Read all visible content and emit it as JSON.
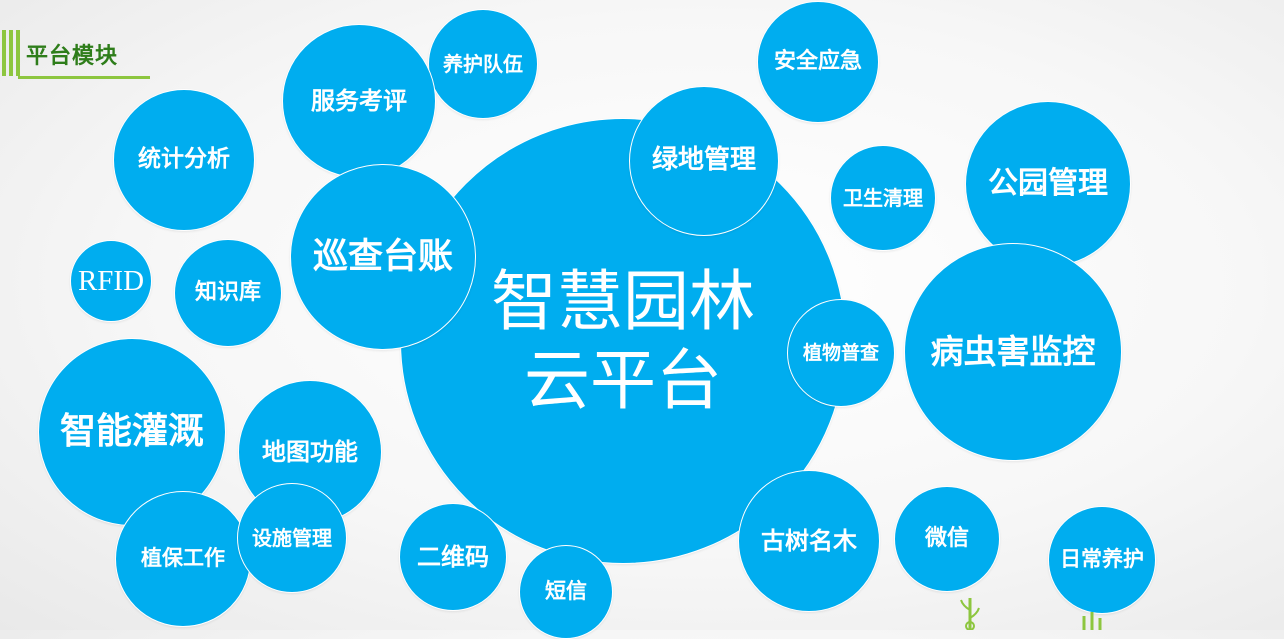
{
  "header": {
    "title": "平台模块"
  },
  "center": {
    "line1": "智慧园林",
    "line2": "云平台"
  },
  "bubbles": {
    "yanghu_duiwu": "养护队伍",
    "anquan_yingji": "安全应急",
    "fuwu_kaoping": "服务考评",
    "tongji_fenxi": "统计分析",
    "lvdi_guanli": "绿地管理",
    "weisheng_qingli": "卫生清理",
    "gongyuan_guanli": "公园管理",
    "xuncha_taizhang": "巡查台账",
    "rfid": "RFID",
    "zhishiku": "知识库",
    "zhiwu_pucha": "植物普查",
    "bingchonghai_jiankong": "病虫害监控",
    "zhineng_guangai": "智能灌溉",
    "ditu_gongneng": "地图功能",
    "zhibao_gongzuo": "植保工作",
    "sheshi_guanli": "设施管理",
    "erweima": "二维码",
    "duanxin": "短信",
    "gushu_mingmu": "古树名木",
    "weixin": "微信",
    "richang_yanghu": "日常养护"
  },
  "colors": {
    "bubble": "#00adef",
    "accent_green": "#8dc63f",
    "title_green": "#2e7d1a"
  }
}
